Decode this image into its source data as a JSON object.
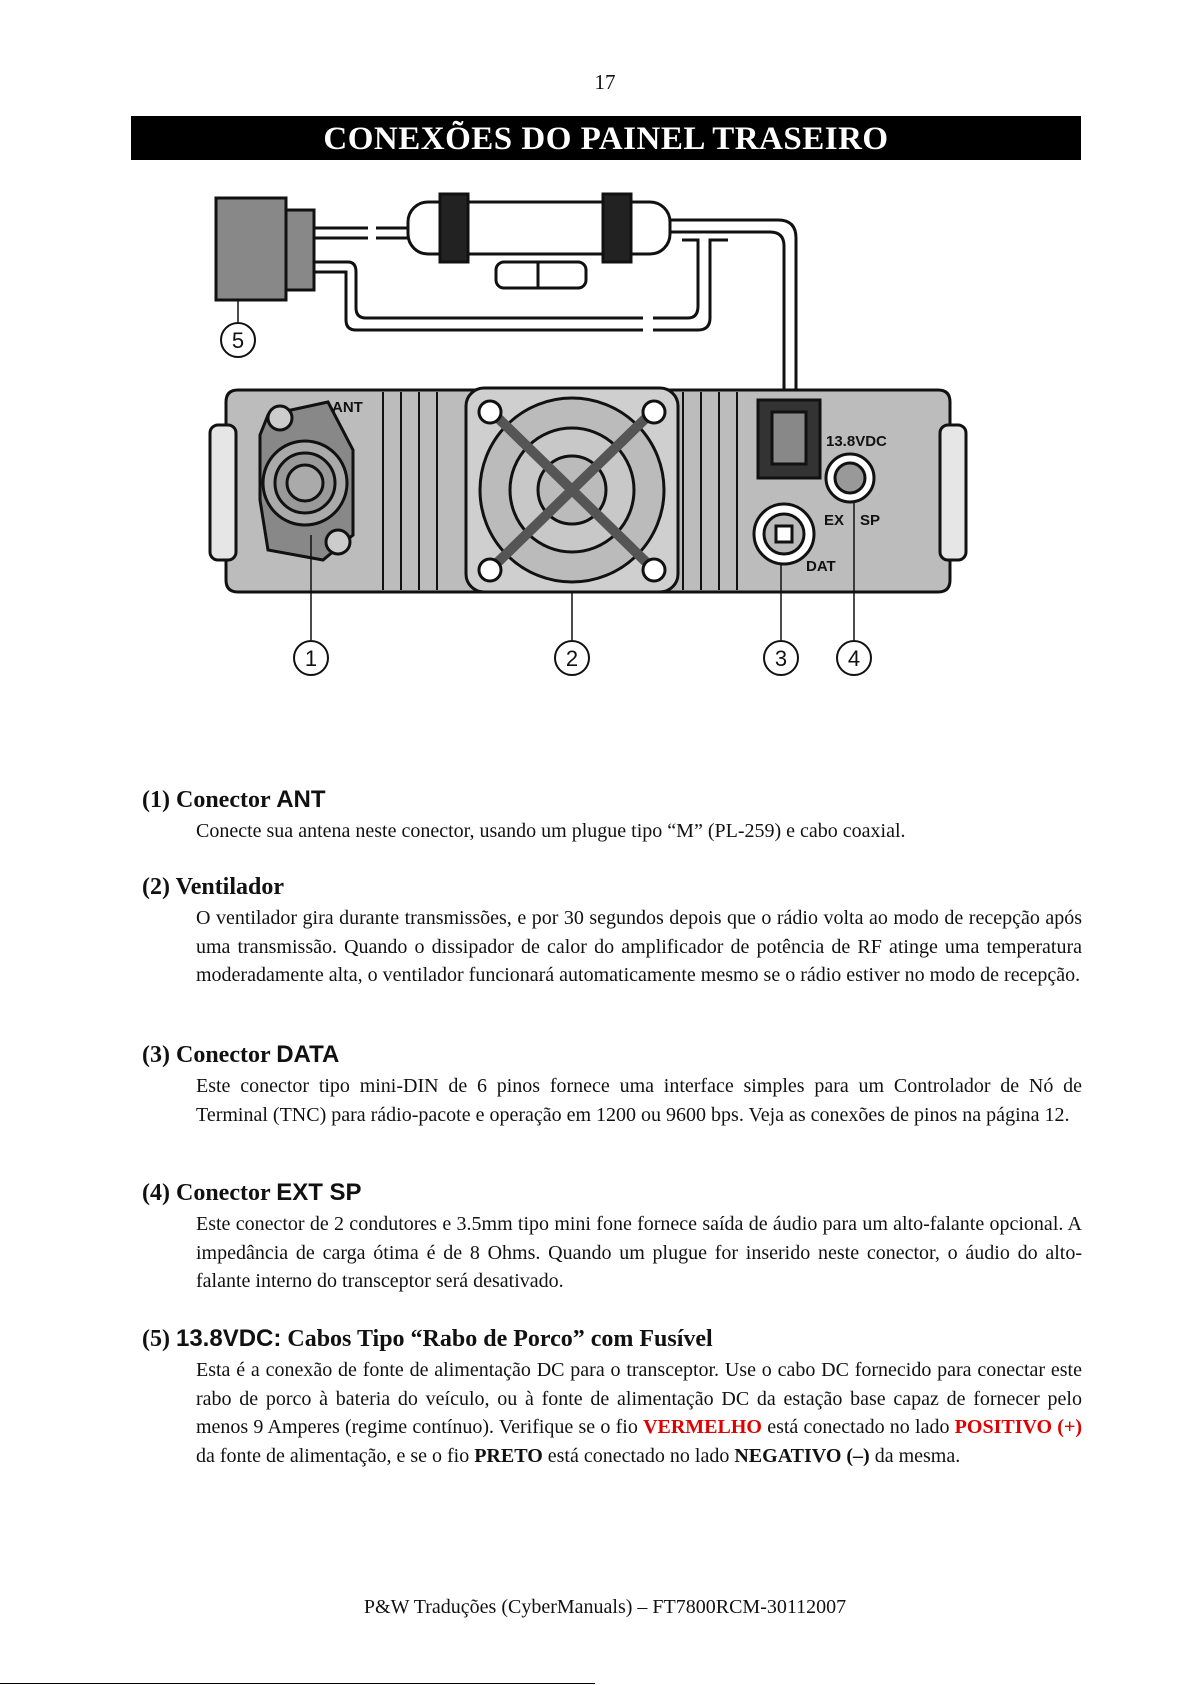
{
  "page_number": "17",
  "title": "CONEXÕES DO PAINEL TRASEIRO",
  "figure": {
    "panel_labels": {
      "ant": "ANT",
      "vdc": "13.8VDC",
      "ex": "EX",
      "sp": "SP",
      "dat": "DAT"
    },
    "callouts": [
      "1",
      "2",
      "3",
      "4",
      "5"
    ]
  },
  "sections": [
    {
      "num": "(1)",
      "word": "Conector",
      "label": "ANT",
      "body": "Conecte sua antena neste conector, usando um plugue tipo “M” (PL-259) e cabo coaxial."
    },
    {
      "num": "(2)",
      "word": "Ventilador",
      "body": "O ventilador gira durante transmissões, e por 30 segundos depois que o rádio volta ao modo de recepção após uma transmissão. Quando o dissipador de calor do amplificador de potência de RF atinge uma temperatura moderadamente alta, o ventilador funcionará automaticamente mesmo se o rádio estiver no modo de recepção."
    },
    {
      "num": "(3)",
      "word": "Conector",
      "label": "DATA",
      "body": "Este conector tipo mini-DIN de 6 pinos fornece uma interface simples para um Controlador de Nó de Terminal (TNC) para rádio-pacote e operação em 1200 ou 9600 bps. Veja as conexões de pinos na página 12."
    },
    {
      "num": "(4)",
      "word": "Conector",
      "label": "EXT SP",
      "body": "Este conector de 2 condutores e 3.5mm tipo mini fone fornece saída de áudio para um alto-falante opcional. A impedância de carga ótima é de 8 Ohms. Quando um plugue for inserido neste conector, o áudio do alto-falante interno do transceptor será desativado."
    },
    {
      "num": "(5)",
      "label": "13.8VDC:",
      "word": "Cabos Tipo “Rabo de Porco” com Fusível",
      "body_parts": [
        "Esta é a conexão de fonte de alimentação DC para o transceptor. Use o cabo DC fornecido para conectar este rabo de porco à bateria do veículo, ou à fonte de alimentação DC da estação base capaz de fornecer pelo menos 9 Amperes (regime contínuo). Verifique se o fio ",
        "VERMELHO",
        " está conectado no lado ",
        "POSITIVO (+)",
        " da fonte de alimentação, e se o fio ",
        "PRETO",
        " está conectado no lado ",
        "NEGATIVO (–)",
        " da mesma."
      ]
    }
  ],
  "footer": "P&W Traduções (CyberManuals) – FT7800RCM-30112007",
  "colors": {
    "warning_red": "#e00000",
    "title_bg": "#000000"
  }
}
